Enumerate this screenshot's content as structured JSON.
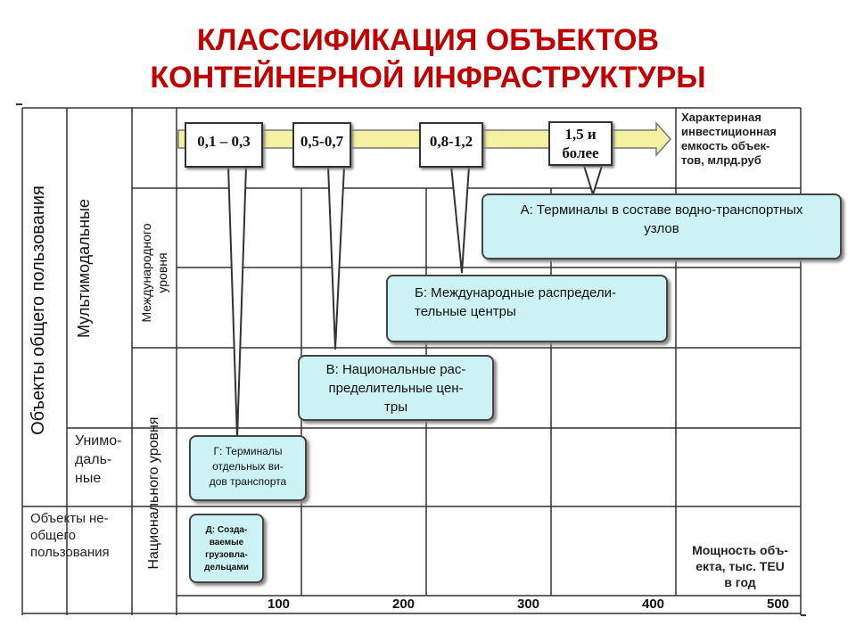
{
  "title": {
    "line1": "КЛАССИФИКАЦИЯ ОБЪЕКТОВ",
    "line2": "КОНТЕЙНЕРНОЙ ИНФРАСТРУКТУРЫ"
  },
  "rows": {
    "public": "Объекты общего пользования",
    "multimodal": "Мультимодальные",
    "unimodal": "Унимо-\nдаль-\nные",
    "nonpublic": "Объекты не-\nобщего\nпользования",
    "international": "Международного\nуровня",
    "national": "Национального уровня"
  },
  "axis": {
    "ticks": [
      "100",
      "200",
      "300",
      "400",
      "500"
    ],
    "investment_label": "Характериная\nинвестиционная\nемкость объек-\nтов, млрд.руб",
    "capacity_label": "Мощность объ-\nекта, тыс. TEU\nв год"
  },
  "callouts": [
    "0,1 – 0,3",
    "0,5-0,7",
    "0,8-1,2",
    "1,5 и\nболее"
  ],
  "boxes": {
    "a": "А: Терминалы в составе водно-транспортных\nузлов",
    "b": "Б: Международные распредели-\nтельные центры",
    "v": "В: Национальные рас-\nпределительные цен-\nтры",
    "g": "Г: Терминалы\nотдельных ви-\nдов транспорта",
    "d": "Д: Созда-\nваемые\nгрузовла-\nдельцами"
  },
  "colors": {
    "title": "#c00000",
    "box_fill": "#ccf2f4",
    "arrow_fill": "#f4f1a0"
  }
}
